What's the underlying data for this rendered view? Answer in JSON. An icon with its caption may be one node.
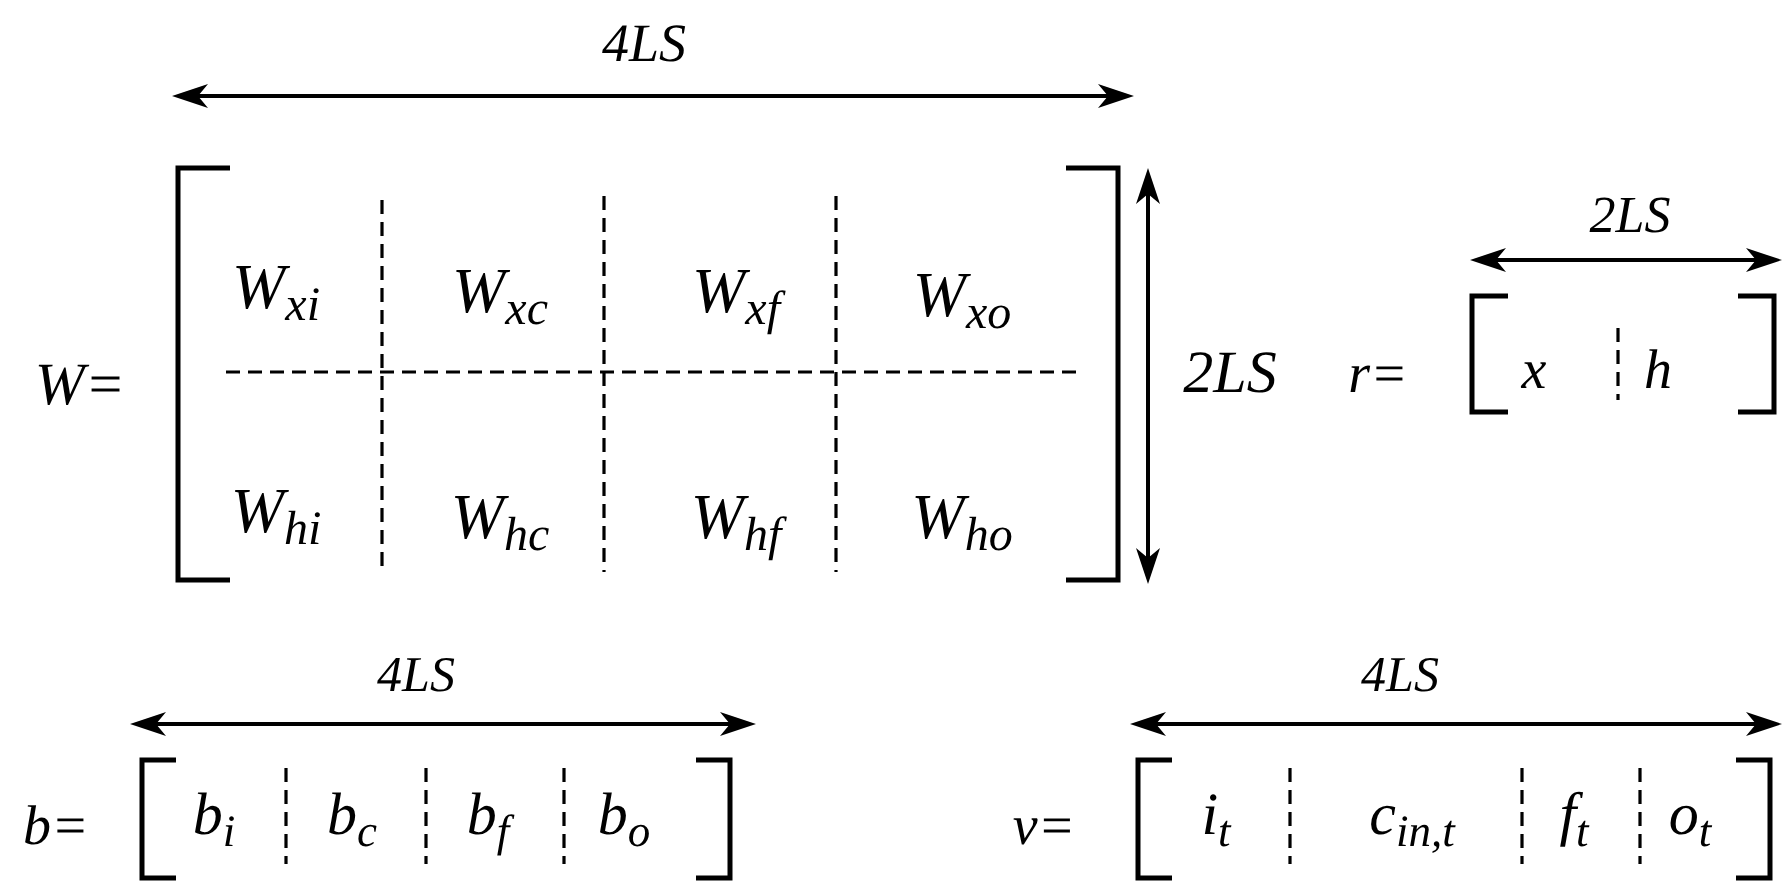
{
  "diagram": {
    "labels": [
      "4LS",
      "W=",
      "W$_{xi}$",
      "W$_{xc}$",
      "W$_{xf}$",
      "W$_{xo}$",
      "W$_{hi}$",
      "W$_{hc}$",
      "W$_{hf}$",
      "W$_{ho}$",
      "2LS",
      "2LS",
      "r=",
      "x",
      "h",
      "4LS",
      "4LS",
      "b=",
      "b$_{i}$",
      "b$_{c}$",
      "b$_{f}$",
      "b$_{o}$",
      "v=",
      "i$_{t}$",
      "c$_{in,t}$",
      "f$_{t}$",
      "o$_{t}$"
    ]
  }
}
